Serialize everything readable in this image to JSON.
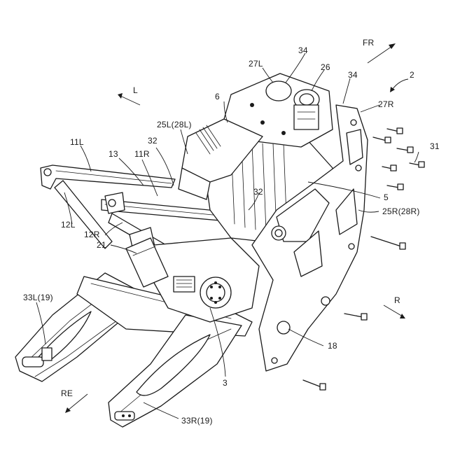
{
  "figure": {
    "labels": {
      "fr": "FR",
      "l": "L",
      "r": "R",
      "re": "RE",
      "n2": "2",
      "n3": "3",
      "n5": "5",
      "n6": "6",
      "n11l": "11L",
      "n11r": "11R",
      "n12l": "12L",
      "n12r": "12R",
      "n13": "13",
      "n18": "18",
      "n21": "21",
      "n25l": "25L(28L)",
      "n25r": "25R(28R)",
      "n26": "26",
      "n27l": "27L",
      "n27r": "27R",
      "n31": "31",
      "n32a": "32",
      "n32b": "32",
      "n33l": "33L(19)",
      "n33r": "33R(19)",
      "n34a": "34",
      "n34b": "34"
    }
  }
}
